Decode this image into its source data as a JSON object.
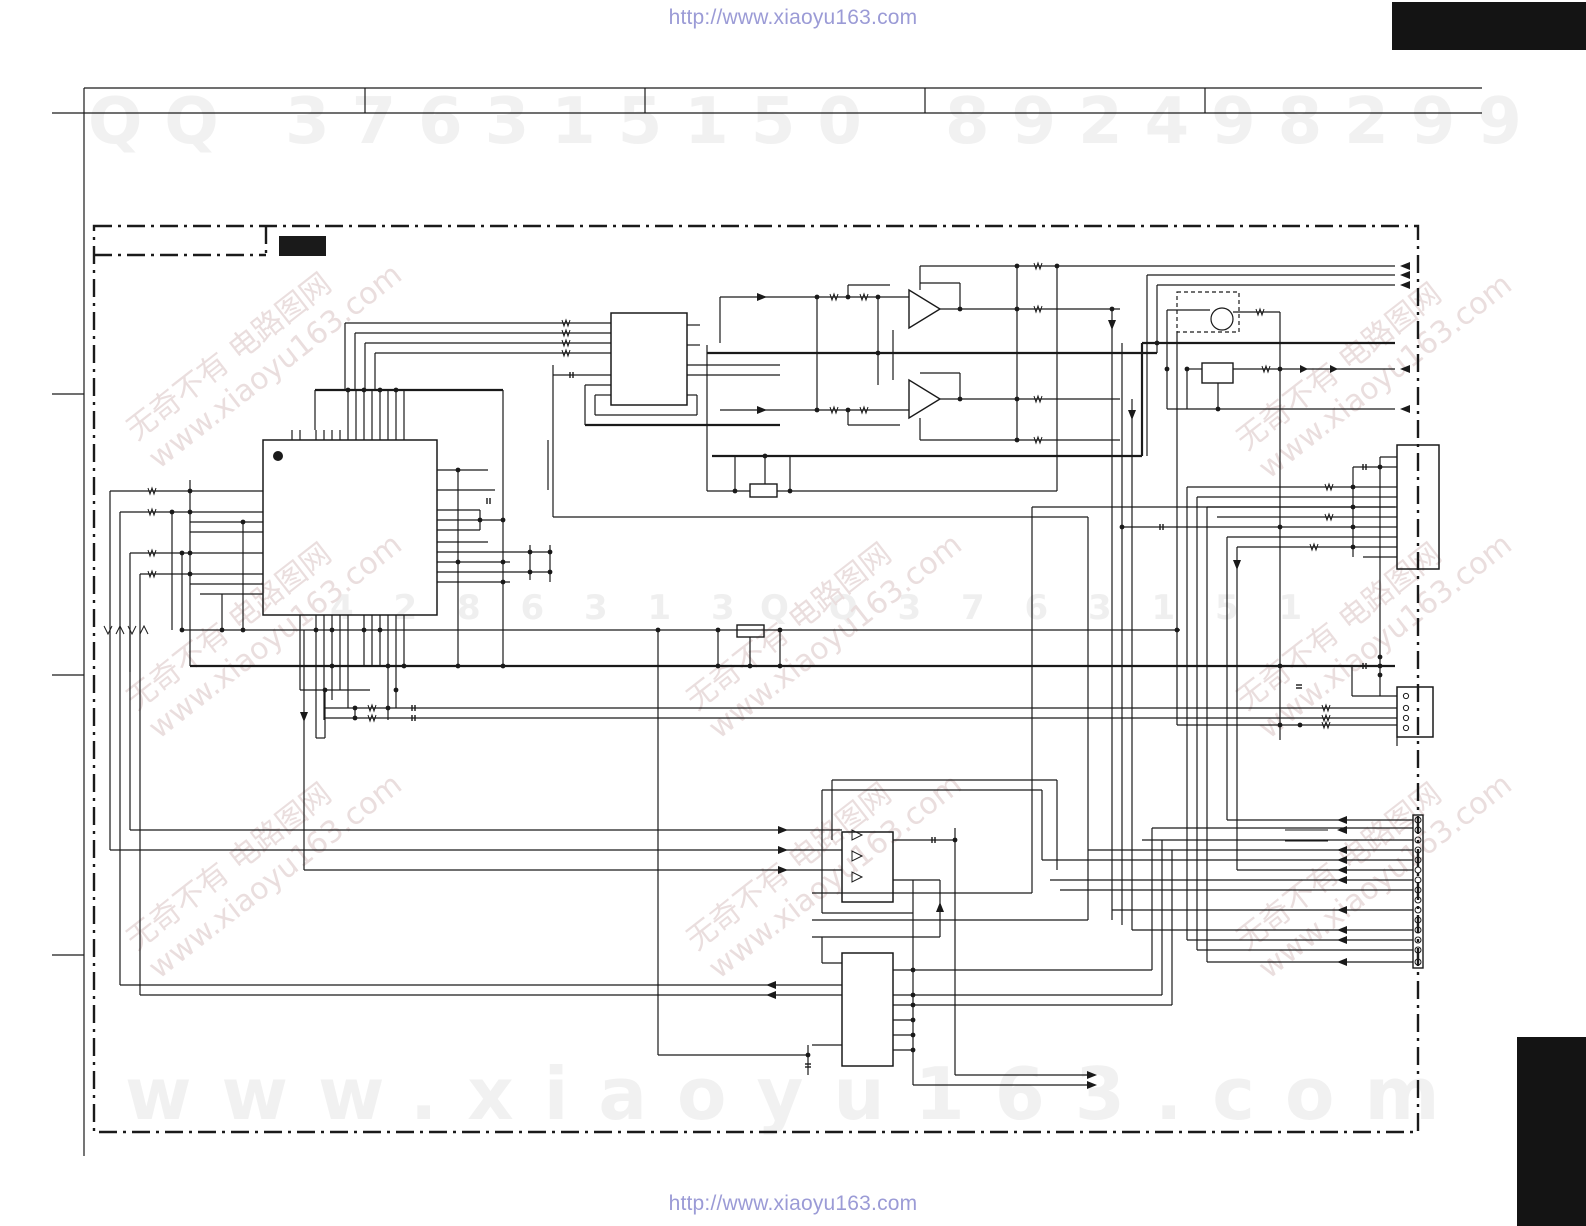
{
  "page": {
    "url_top": "http://www.xiaoyu163.com",
    "url_bottom": "http://www.xiaoyu163.com"
  },
  "watermarks": {
    "qq_left": "QQ 376315150",
    "qq_right": "892498299",
    "mid_left": "4 2 8 6 3 1 3",
    "mid_right": "Q Q 3 7 6 3 1 5 1",
    "site_big": "www.xiaoyu163.com",
    "diagonal": [
      "无奇不有 电路图网",
      "www.xiaoyu163.com"
    ]
  },
  "colors": {
    "line": "#1a1a1a",
    "url_text": "#9b9bd6",
    "tab_fill": "#141414"
  }
}
